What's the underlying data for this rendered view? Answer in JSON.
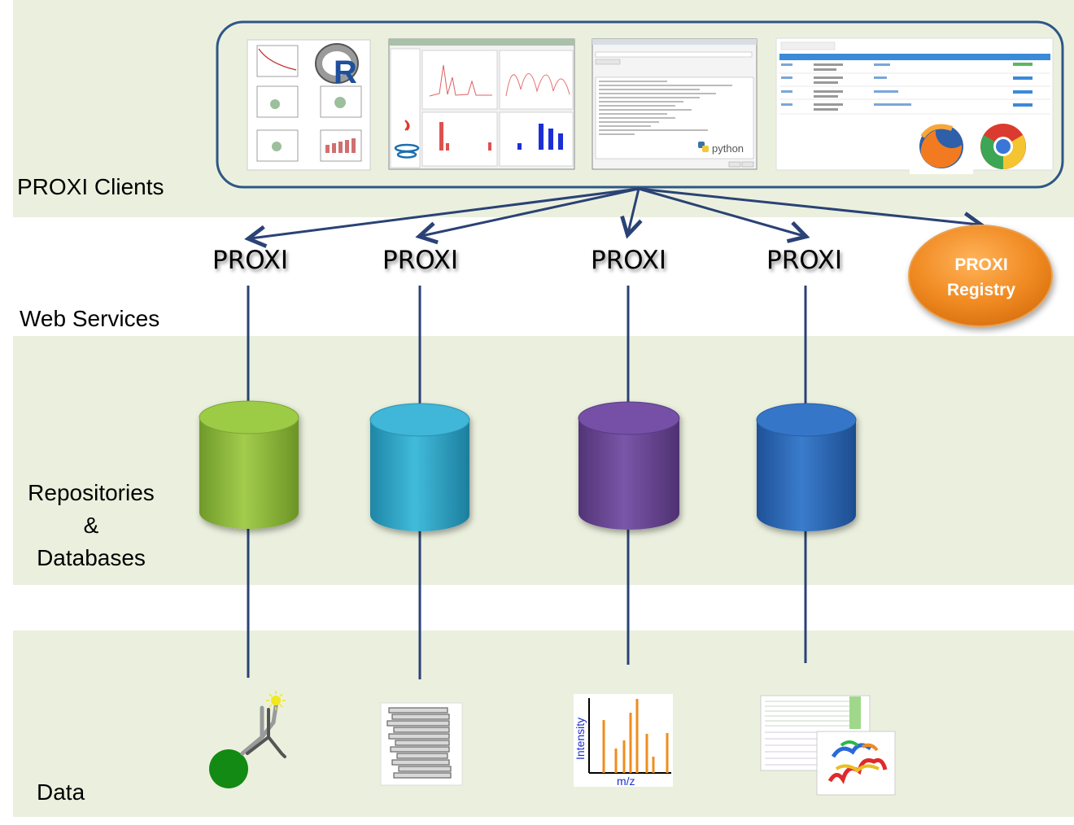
{
  "labels": {
    "clients": "PROXI Clients",
    "web_services": "Web Services",
    "repositories": [
      "Repositories",
      "&",
      "Databases"
    ],
    "data": "Data"
  },
  "services": [
    "PROXI",
    "PROXI",
    "PROXI",
    "PROXI"
  ],
  "registry": {
    "line1": "PROXI",
    "line2": "Registry"
  },
  "thumbnails": {
    "python_label": "python",
    "r_label": "R",
    "spectrum_ylabel": "Intensity",
    "spectrum_xlabel": "m/z"
  },
  "colors": {
    "band": "#ebf0de",
    "frame": "#2e5787",
    "line": "#2a4275",
    "cyl_green": "#8fb83f",
    "cyl_cyan": "#35a8c8",
    "cyl_purple": "#6a4795",
    "cyl_blue": "#2e6ab8",
    "registry": "#ef8a20",
    "spectrum_bars": "#f08d1e"
  }
}
